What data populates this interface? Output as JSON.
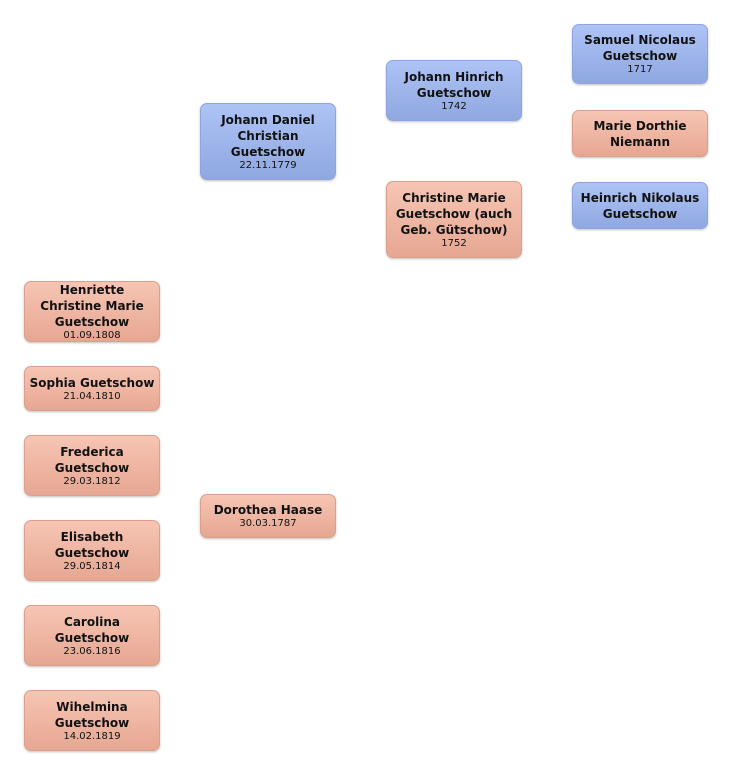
{
  "persons": {
    "samuel": {
      "name": "Samuel Nicolaus Guetschow",
      "date": "1717"
    },
    "marie_dorthie": {
      "name": "Marie Dorthie Niemann",
      "date": ""
    },
    "heinrich": {
      "name": "Heinrich Nikolaus Guetschow",
      "date": ""
    },
    "johann_hinrich": {
      "name": "Johann Hinrich Guetschow",
      "date": "1742"
    },
    "christine_marie": {
      "name": "Christine Marie Guetschow (auch Geb. Gütschow)",
      "date": "1752"
    },
    "johann_daniel": {
      "name": "Johann Daniel Christian Guetschow",
      "date": "22.11.1779"
    },
    "dorothea": {
      "name": "Dorothea Haase",
      "date": "30.03.1787"
    },
    "henriette": {
      "name": "Henriette Christine Marie Guetschow",
      "date": "01.09.1808"
    },
    "sophia": {
      "name": "Sophia Guetschow",
      "date": "21.04.1810"
    },
    "frederica": {
      "name": "Frederica Guetschow",
      "date": "29.03.1812"
    },
    "elisabeth": {
      "name": "Elisabeth Guetschow",
      "date": "29.05.1814"
    },
    "carolina": {
      "name": "Carolina Guetschow",
      "date": "23.06.1816"
    },
    "wihelmina": {
      "name": "Wihelmina Guetschow",
      "date": "14.02.1819"
    }
  },
  "colors": {
    "male": "#9fb6ec",
    "female": "#efb5a1"
  }
}
